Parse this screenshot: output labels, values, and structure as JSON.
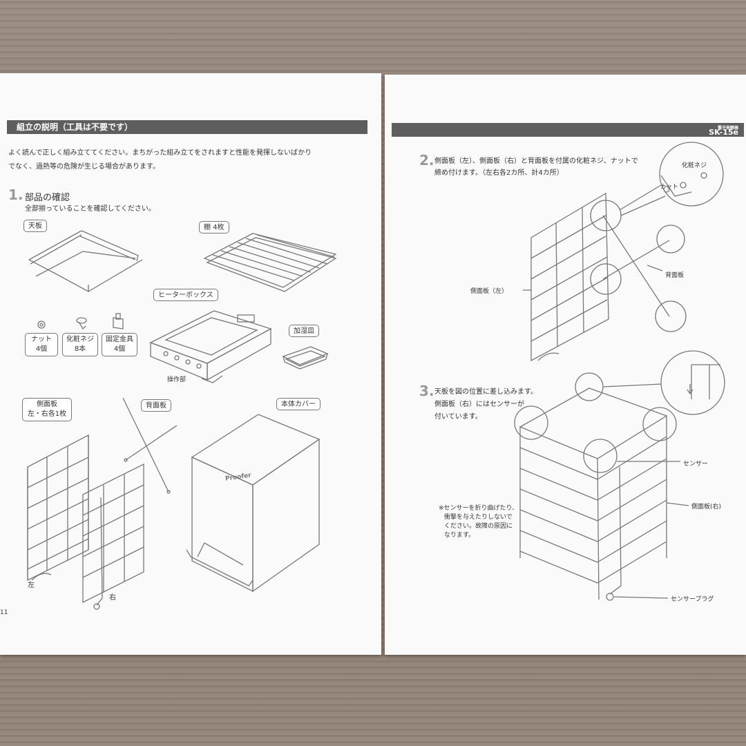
{
  "left_page": {
    "section_title": "組立の説明（工具は不要です）",
    "intro_line1": "よく読んで正しく組み立ててください。まちがった組み立てをされますと性能を発揮しないばかり",
    "intro_line2": "でなく、過熱等の危険が生じる場合があります。",
    "step1_number": "1.",
    "step1_title": "部品の確認",
    "step1_sub": "全部揃っていることを確認してください。",
    "parts": {
      "tenban": "天板",
      "tana": "棚 4枚",
      "heater": "ヒーターボックス",
      "nut_name": "ナット",
      "nut_qty": "4個",
      "screw_name": "化粧ネジ",
      "screw_qty": "8本",
      "bracket_name": "固定金具",
      "bracket_qty": "4個",
      "tray": "加湿皿",
      "control": "操作部",
      "side_name": "側面板",
      "side_qty": "左・右各1枚",
      "back": "背面板",
      "cover": "本体カバー",
      "left": "左",
      "right": "右",
      "brand": "Proofer"
    },
    "page_number": "11"
  },
  "right_page": {
    "model_small": "電子発酵器",
    "model": "SK-15e",
    "step2_number": "2.",
    "step2_line1": "側面板（左）、側面板（右）と背面板を付属の化粧ネジ、ナットで",
    "step2_line2": "締め付けます。（左右各2カ所、計4カ所）",
    "screw_label": "化粧ネジ",
    "nut_label": "ナット",
    "back_label": "背面板",
    "side_left_label": "側面板（左）",
    "step3_number": "3.",
    "step3_line1": "天板を図の位置に差し込みます。",
    "step3_line2": "側面板（右）にはセンサーが",
    "step3_line3": "付いています。",
    "sensor_label": "センサー",
    "side_right_label": "側面板(右)",
    "plug_label": "センサープラグ",
    "note_line1": "※センサーを折り曲げたり、",
    "note_line2": "衝撃を与えたりしないで",
    "note_line3": "ください。故障の原因に",
    "note_line4": "なります。"
  },
  "colors": {
    "header_bar": "#5e5e5e",
    "paper": "#fafafa",
    "wood": "#8f8077"
  }
}
